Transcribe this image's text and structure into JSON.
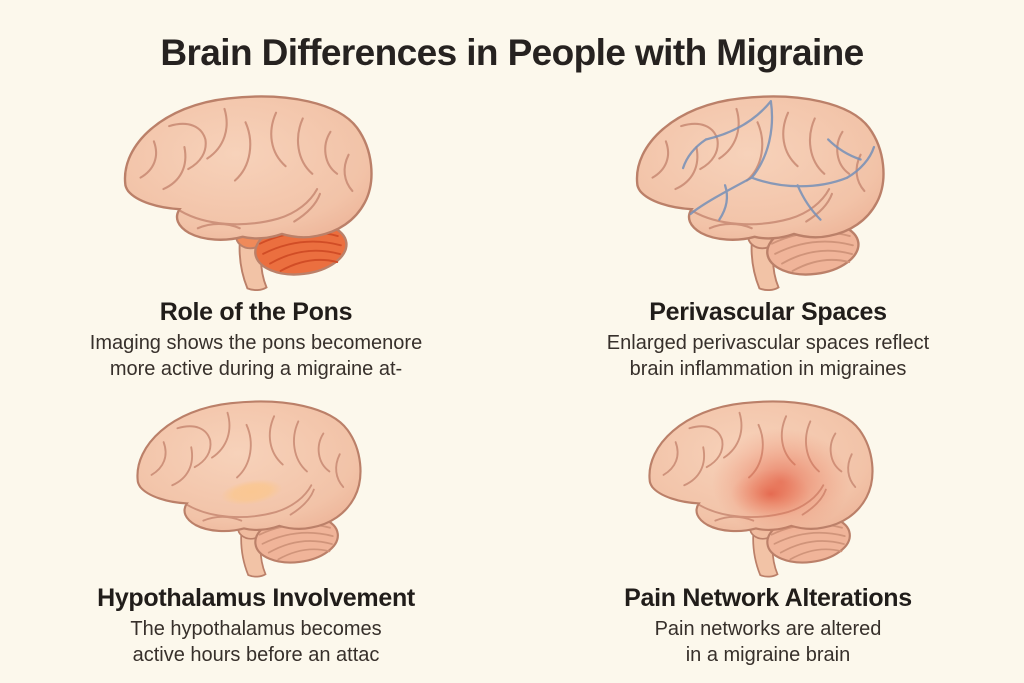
{
  "title": "Brain Differences in People with Migraine",
  "panels": [
    {
      "id": "pons",
      "heading": "Role of the Pons",
      "line1": "Imaging shows the pons becomenore",
      "line2": "more active during a migraine at-",
      "illustration": "brain-lateral-view-with-highlighted-pons-and-cerebellum"
    },
    {
      "id": "perivascular",
      "heading": "Perivascular Spaces",
      "line1": "Enlarged perivascular spaces reflect",
      "line2": "brain inflammation in migraines",
      "illustration": "brain-lateral-view-with-blue-perivascular-vessels"
    },
    {
      "id": "hypothalamus",
      "heading": "Hypothalamus Involvement",
      "line1": "The hypothalamus becomes",
      "line2": "active hours before an attac",
      "illustration": "brain-lateral-view-with-light-hypothalamus-patch"
    },
    {
      "id": "pain",
      "heading": "Pain Network Alterations",
      "line1": "Pain networks are altered",
      "line2": "in a migraine brain",
      "illustration": "brain-lateral-view-with-red-pain-network-glow"
    }
  ],
  "colors": {
    "background": "#fcf8ec",
    "title_text": "#262220",
    "body_text": "#37302b",
    "brain_fill": "#f2c6ad",
    "brain_outline": "#bb8069",
    "sulci_lines": "#cd9079",
    "pons_highlight": "#eb6f3f",
    "vessels": "#7690b8",
    "hypothalamus_highlight": "#f9c38d",
    "pain_glow": "#e04f36"
  }
}
